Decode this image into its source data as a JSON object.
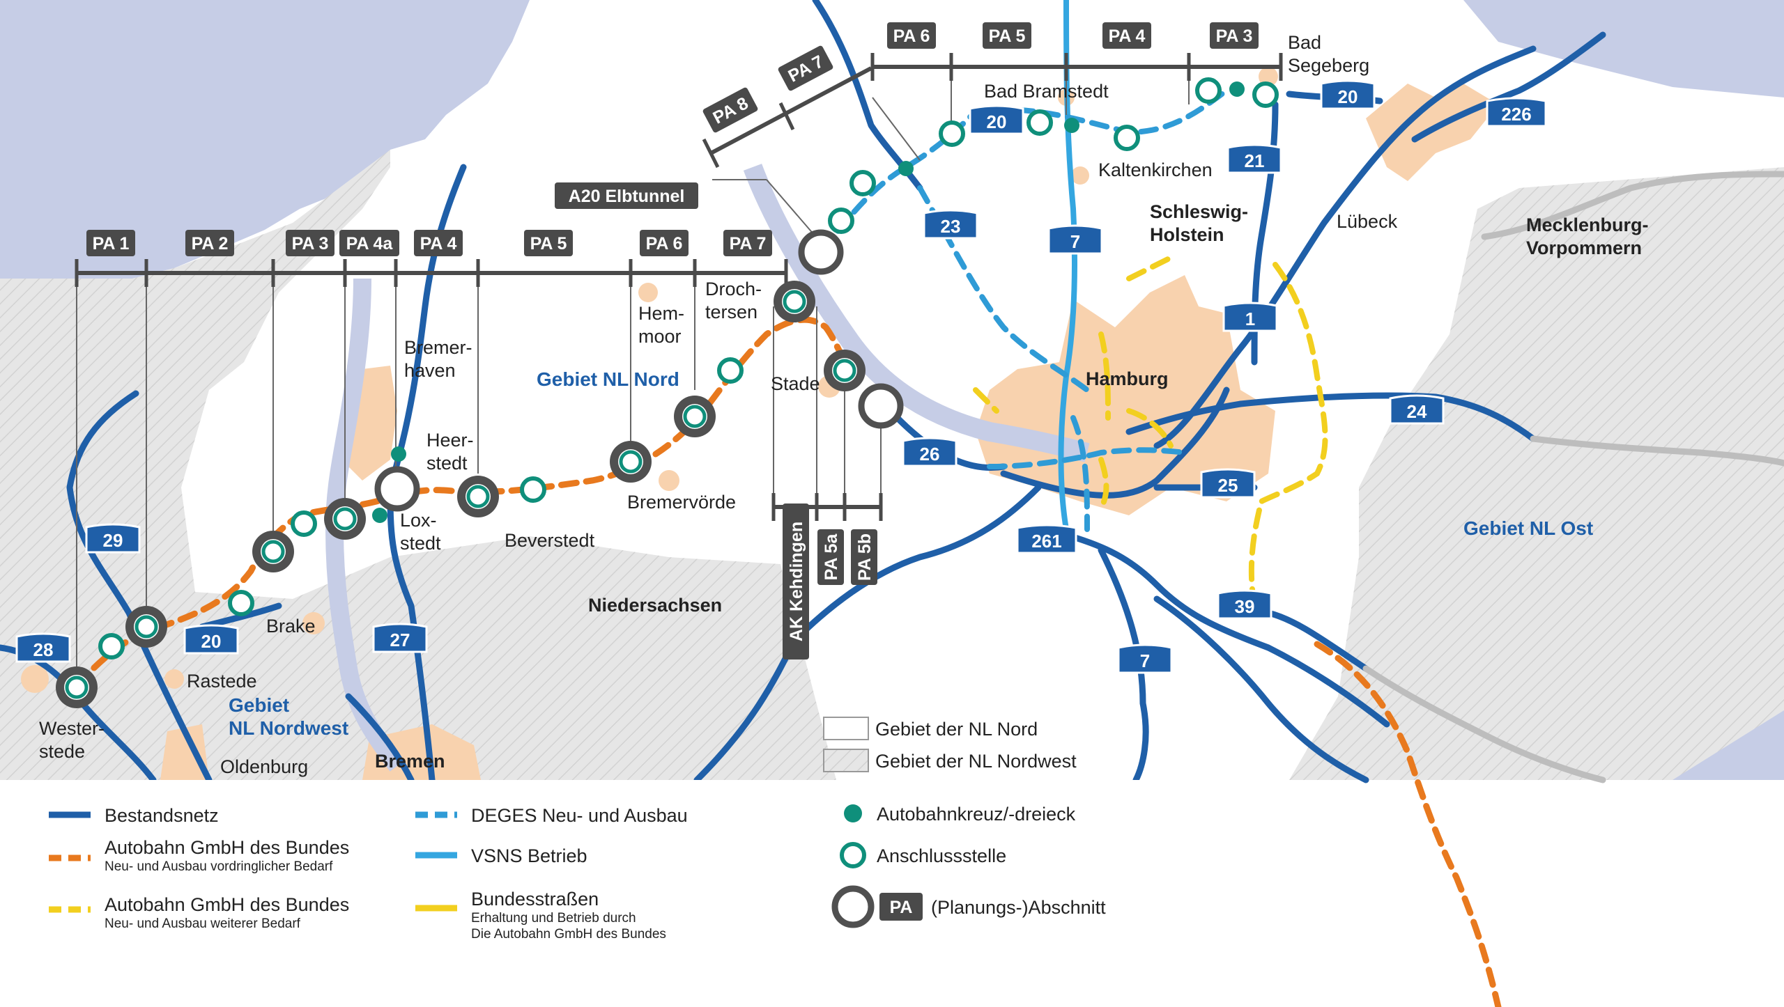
{
  "map": {
    "place_labels": [
      {
        "id": "westerstede",
        "lines": [
          "Wester-",
          "stede"
        ]
      },
      {
        "id": "rastede",
        "lines": [
          "Rastede"
        ]
      },
      {
        "id": "oldenburg",
        "lines": [
          "Oldenburg"
        ]
      },
      {
        "id": "brake",
        "lines": [
          "Brake"
        ]
      },
      {
        "id": "bremen",
        "lines": [
          "Bremen"
        ]
      },
      {
        "id": "bremerhaven",
        "lines": [
          "Bremer-",
          "haven"
        ]
      },
      {
        "id": "heerstedt",
        "lines": [
          "Heer-",
          "stedt"
        ]
      },
      {
        "id": "loxstedt",
        "lines": [
          "Lox-",
          "stedt"
        ]
      },
      {
        "id": "beverstedt",
        "lines": [
          "Beverstedt"
        ]
      },
      {
        "id": "bremervoerde",
        "lines": [
          "Bremervörde"
        ]
      },
      {
        "id": "hemmoor",
        "lines": [
          "Hem-",
          "moor"
        ]
      },
      {
        "id": "drochtersen",
        "lines": [
          "Droch-",
          "tersen"
        ]
      },
      {
        "id": "stade",
        "lines": [
          "Stade"
        ]
      },
      {
        "id": "niedersachsen",
        "lines": [
          "Niedersachsen"
        ]
      },
      {
        "id": "hamburg",
        "lines": [
          "Hamburg"
        ]
      },
      {
        "id": "kaltenkirchen",
        "lines": [
          "Kaltenkirchen"
        ]
      },
      {
        "id": "bad-bramstedt",
        "lines": [
          "Bad Bramstedt"
        ]
      },
      {
        "id": "bad-segeberg",
        "lines": [
          "Bad",
          "Segeberg"
        ]
      },
      {
        "id": "luebeck",
        "lines": [
          "Lübeck"
        ]
      },
      {
        "id": "schleswig-holstein",
        "lines": [
          "Schleswig-",
          "Holstein"
        ]
      },
      {
        "id": "mecklenburg-vorpommern",
        "lines": [
          "Mecklenburg-",
          "Vorpommern"
        ]
      }
    ],
    "region_labels": [
      {
        "id": "nl-nord",
        "lines": [
          "Gebiet NL Nord"
        ]
      },
      {
        "id": "nl-nordwest",
        "lines": [
          "Gebiet",
          "NL Nordwest"
        ]
      },
      {
        "id": "nl-ost",
        "lines": [
          "Gebiet NL Ost"
        ]
      }
    ],
    "elbtunnel_label": "A20 Elbtunnel",
    "pa_west": [
      "PA 1",
      "PA 2",
      "PA 3",
      "PA 4a",
      "PA 4",
      "PA 5",
      "PA 6",
      "PA 7"
    ],
    "pa_diagonal": [
      "PA 8",
      "PA 7"
    ],
    "pa_east": [
      "PA 6",
      "PA 5",
      "PA 4",
      "PA 3"
    ],
    "pa_kehdingen": [
      "AK Kehdingen",
      "PA 5a",
      "PA 5b"
    ],
    "shields": [
      {
        "id": "a20-west",
        "num": "20"
      },
      {
        "id": "a28",
        "num": "28"
      },
      {
        "id": "a29",
        "num": "29"
      },
      {
        "id": "a27",
        "num": "27"
      },
      {
        "id": "a26",
        "num": "26"
      },
      {
        "id": "a261",
        "num": "261"
      },
      {
        "id": "a7-south",
        "num": "7"
      },
      {
        "id": "a7-north",
        "num": "7"
      },
      {
        "id": "a23",
        "num": "23"
      },
      {
        "id": "a20-east",
        "num": "20"
      },
      {
        "id": "a20-luebeck",
        "num": "20"
      },
      {
        "id": "a21",
        "num": "21"
      },
      {
        "id": "a1",
        "num": "1"
      },
      {
        "id": "a24",
        "num": "24"
      },
      {
        "id": "a25",
        "num": "25"
      },
      {
        "id": "a39",
        "num": "39"
      },
      {
        "id": "a226",
        "num": "226"
      }
    ],
    "area_legend": [
      "Gebiet der NL Nord",
      "Gebiet der NL Nordwest"
    ]
  },
  "legend": {
    "col1": [
      {
        "title": "Bestandsnetz",
        "sub": []
      },
      {
        "title": "Autobahn GmbH des Bundes",
        "sub": [
          "Neu- und Ausbau vordringlicher Bedarf"
        ]
      },
      {
        "title": "Autobahn GmbH des Bundes",
        "sub": [
          "Neu- und Ausbau weiterer Bedarf"
        ]
      }
    ],
    "col2": [
      {
        "title": "DEGES Neu- und Ausbau",
        "sub": []
      },
      {
        "title": "VSNS Betrieb",
        "sub": []
      },
      {
        "title": "Bundesstraßen",
        "sub": [
          "Erhaltung und Betrieb durch",
          "Die Autobahn GmbH des Bundes"
        ]
      }
    ],
    "col3": [
      {
        "title": "Autobahnkreuz/-dreieck"
      },
      {
        "title": "Anschlussstelle"
      },
      {
        "badge": "PA",
        "title": "(Planungs-)Abschnitt"
      }
    ]
  },
  "colors": {
    "sea": "#c6cde6",
    "land_nord": "#ffffff",
    "land_nordwest": "#e7e7e7",
    "land_ost": "#e4e4e4",
    "urban": "#f8d2ae",
    "motorway": "#1f5fa8",
    "orange": "#e8791e",
    "yellow": "#f2cf1f",
    "deges": "#2f9bd6",
    "vsns": "#34a6e0",
    "junction": "#0f8f7b",
    "section_ring": "#505050",
    "pa_bar": "#4a4a4a"
  }
}
